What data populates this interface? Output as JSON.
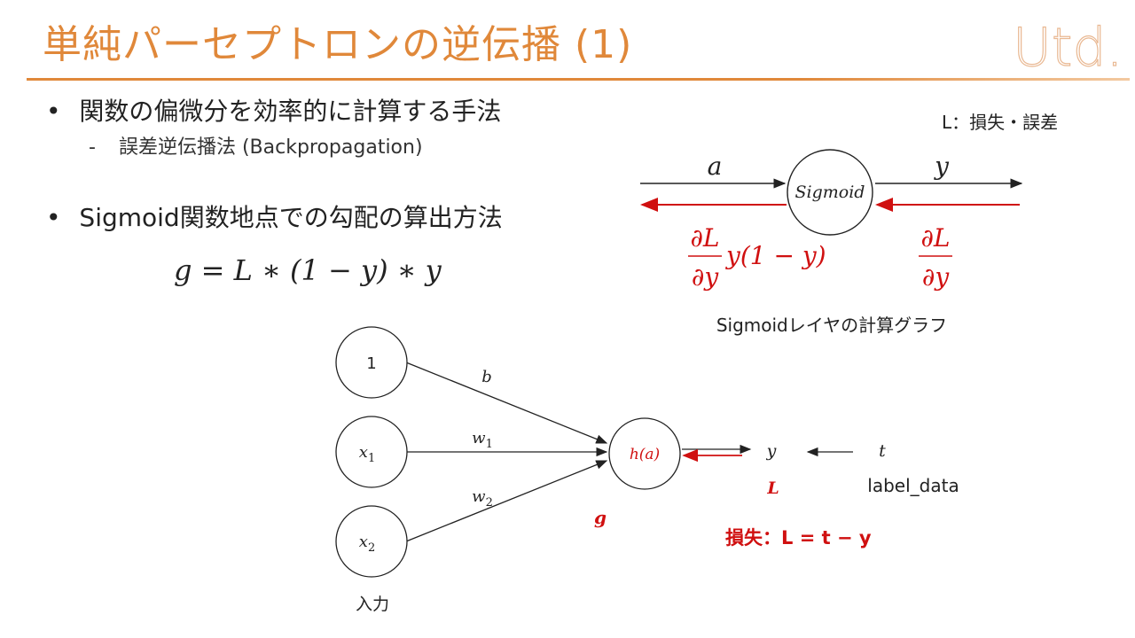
{
  "slide": {
    "title": "単純パーセプトロンの逆伝播 (1)",
    "logo_text": "Utd."
  },
  "bullets": {
    "b1": "関数の偏微分を効率的に計算する手法",
    "b1_sub": "誤差逆伝播法 (Backpropagation)",
    "b2": "Sigmoid関数地点での勾配の算出方法",
    "formula": "g = L ∗ (1 − y) ∗ y"
  },
  "sigmoid_graph": {
    "legend": "L：損失・誤差",
    "input_label": "a",
    "node_label": "Sigmoid",
    "output_label": "y",
    "grad_right_num": "∂L",
    "grad_right_den": "∂y",
    "grad_left_num": "∂L",
    "grad_left_den": "∂y",
    "grad_left_factor": "y(1 − y)",
    "caption": "Sigmoidレイヤの計算グラフ"
  },
  "perceptron": {
    "node_bias": "1",
    "node_x1": "x",
    "node_x1_sub": "1",
    "node_x2": "x",
    "node_x2_sub": "2",
    "weight_b": "b",
    "weight_w1": "w",
    "weight_w1_sub": "1",
    "weight_w2": "w",
    "weight_w2_sub": "2",
    "node_h": "h(a)",
    "output_y": "y",
    "target_t": "t",
    "loss_L": "L",
    "label_data": "label_data",
    "grad_g": "g",
    "loss_def": "損失：L = t − y",
    "input_caption": "入力"
  },
  "colors": {
    "accent": "#e0883a",
    "red": "#d01010",
    "ink": "#222222"
  }
}
